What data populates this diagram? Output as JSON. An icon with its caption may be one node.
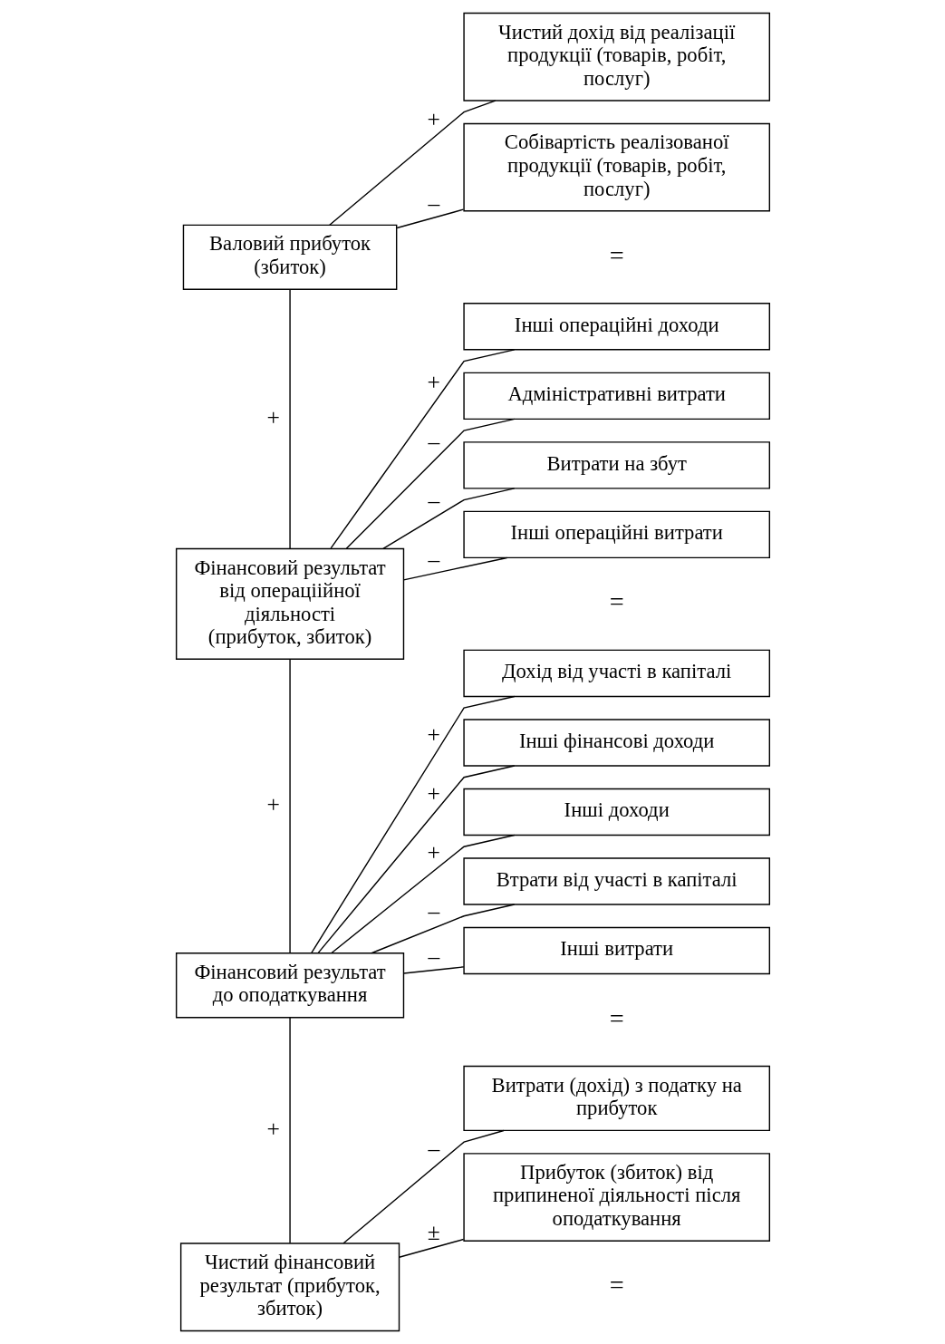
{
  "diagram": {
    "nodes": [
      {
        "text": [
          "Валовий прибуток (збиток)"
        ]
      },
      {
        "text": [
          "Чистий дохід від реалізації продукції (товарів, робіт, послуг)"
        ]
      },
      {
        "text": [
          "Собівартість реалізованої продукції (товарів, робіт, послуг)"
        ]
      },
      {
        "text": [
          "Фінансовий результат від операціійної діяльності (прибуток, збиток)"
        ]
      },
      {
        "text": [
          "Інші операційні доходи"
        ]
      },
      {
        "text": [
          "Адміністративні витрати"
        ]
      },
      {
        "text": [
          "Витрати на збут"
        ]
      },
      {
        "text": [
          "Інші операційні витрати"
        ]
      },
      {
        "text": [
          "Фінансовий результат до оподаткування"
        ]
      },
      {
        "text": [
          "Дохід від участі в капіталі"
        ]
      },
      {
        "text": [
          "Інші фінансові доходи"
        ]
      },
      {
        "text": [
          "Інші доходи"
        ]
      },
      {
        "text": [
          "Втрати від участі в капіталі"
        ]
      },
      {
        "text": [
          "Інші витрати"
        ]
      },
      {
        "text": [
          "Чистий фінансовий результат (прибуток, збиток)"
        ]
      },
      {
        "text": [
          "Витрати (дохід) з податку на прибуток"
        ]
      },
      {
        "text": [
          "Прибуток (збиток) від припиненої діяльності після оподаткування"
        ]
      }
    ],
    "edges": [
      {
        "from": 0,
        "to": 1,
        "arrow": "none",
        "label": "+"
      },
      {
        "from": 0,
        "to": 2,
        "arrow": "none",
        "label": "–"
      },
      {
        "from": 0,
        "to": 3,
        "arrow": "none",
        "label": "+"
      },
      {
        "from": 3,
        "to": 4,
        "arrow": "none",
        "label": "+"
      },
      {
        "from": 3,
        "to": 5,
        "arrow": "none",
        "label": "–"
      },
      {
        "from": 3,
        "to": 6,
        "arrow": "none",
        "label": "–"
      },
      {
        "from": 3,
        "to": 7,
        "arrow": "none",
        "label": "–"
      },
      {
        "from": 3,
        "to": 8,
        "arrow": "none",
        "label": "+"
      },
      {
        "from": 8,
        "to": 9,
        "arrow": "none",
        "label": "+"
      },
      {
        "from": 8,
        "to": 10,
        "arrow": "none",
        "label": "+"
      },
      {
        "from": 8,
        "to": 11,
        "arrow": "none",
        "label": "+"
      },
      {
        "from": 8,
        "to": 12,
        "arrow": "none",
        "label": "–"
      },
      {
        "from": 8,
        "to": 13,
        "arrow": "none",
        "label": "–"
      },
      {
        "from": 8,
        "to": 14,
        "arrow": "none",
        "label": "+"
      },
      {
        "from": 14,
        "to": 15,
        "arrow": "none",
        "label": "–"
      },
      {
        "from": 14,
        "to": 16,
        "arrow": "none",
        "label": "±"
      }
    ],
    "labels": [
      "=",
      "=",
      "=",
      "="
    ]
  }
}
